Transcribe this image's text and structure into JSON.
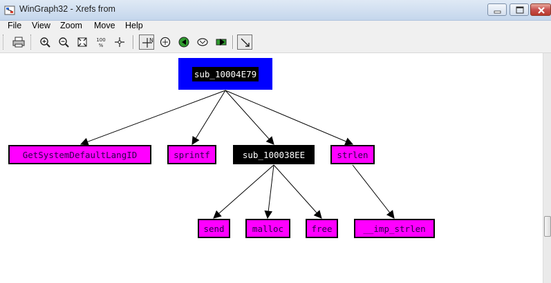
{
  "window": {
    "title": "WinGraph32 - Xrefs from"
  },
  "menu": [
    "File",
    "View",
    "Zoom",
    "Move",
    "Help"
  ],
  "toolbar": {
    "icons": [
      "print-icon",
      "zoom-in-icon",
      "zoom-out-icon",
      "fit-window-icon",
      "zoom-100-icon",
      "center-icon",
      "node-info-icon",
      "overview-icon",
      "prev-icon",
      "layout-icon",
      "next-icon",
      "cursor-icon"
    ],
    "zoom_100_label": "100\n%"
  },
  "graph": {
    "colors": {
      "root_bg": "#0000ff",
      "ext_bg": "#ff00ff",
      "local_bg": "#000000"
    },
    "root": {
      "label": "sub_10004E79"
    },
    "children": [
      {
        "label": "GetSystemDefaultLangID",
        "kind": "external"
      },
      {
        "label": "sprintf",
        "kind": "external"
      },
      {
        "label": "sub_100038EE",
        "kind": "local"
      },
      {
        "label": "strlen",
        "kind": "external"
      }
    ],
    "grandchildren": [
      {
        "label": "send",
        "kind": "external",
        "parent": "sub_100038EE"
      },
      {
        "label": "malloc",
        "kind": "external",
        "parent": "sub_100038EE"
      },
      {
        "label": "free",
        "kind": "external",
        "parent": "sub_100038EE"
      },
      {
        "label": "__imp_strlen",
        "kind": "external",
        "parent": "strlen"
      }
    ]
  }
}
